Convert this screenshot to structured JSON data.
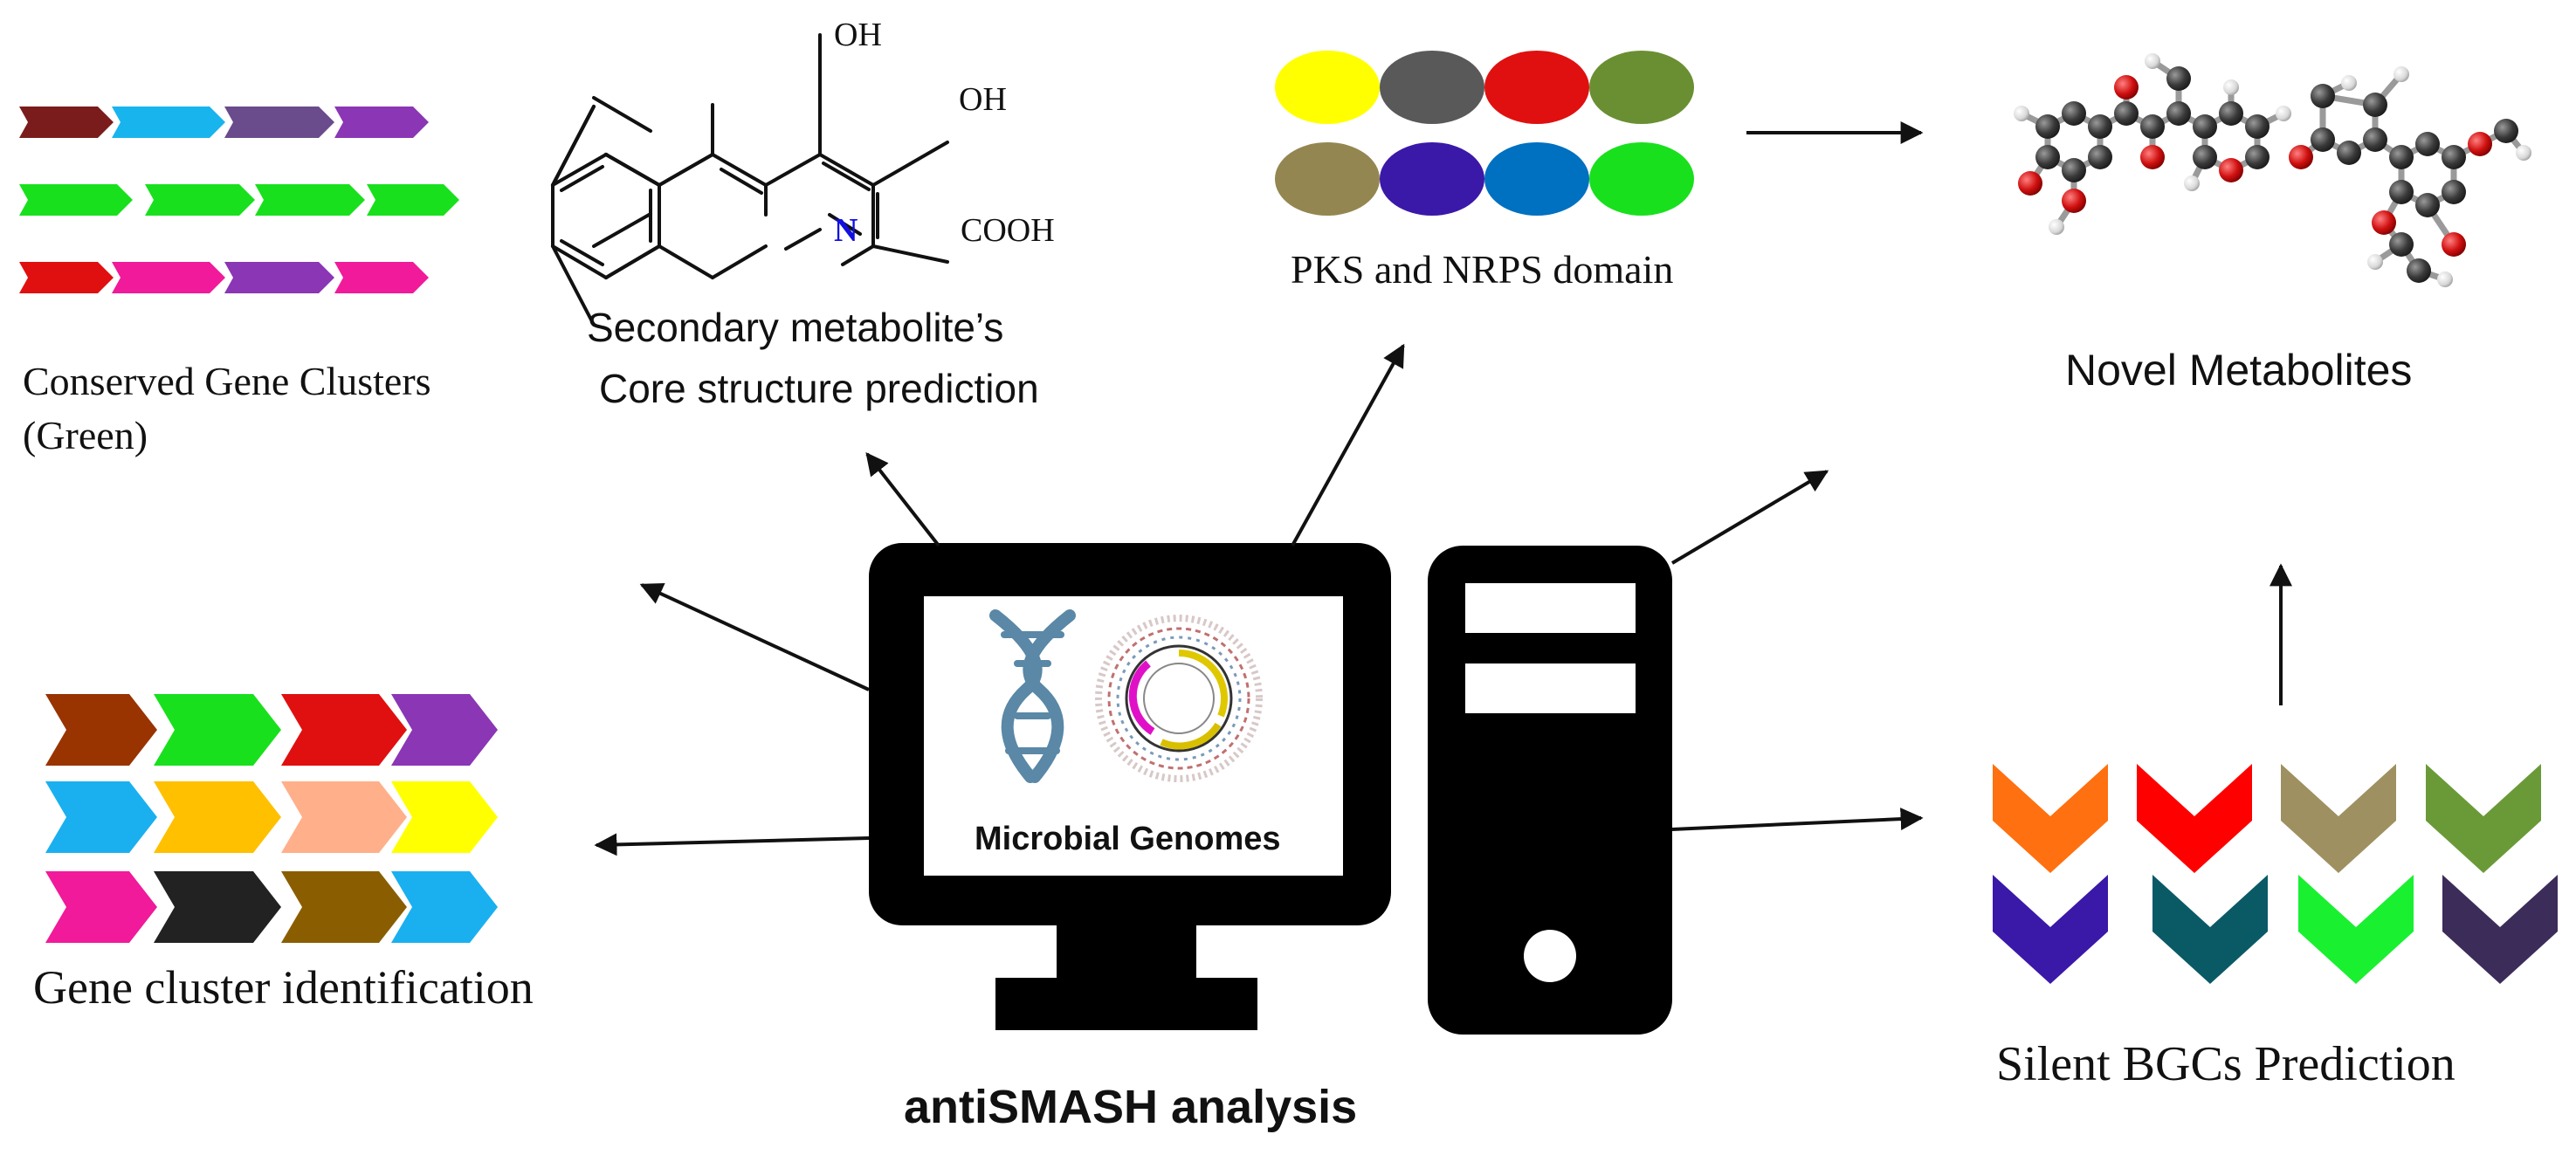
{
  "labels": {
    "conserved_line1": "Conserved Gene Clusters",
    "conserved_line2": "(Green)",
    "secondary_line1": "Secondary metabolite’s",
    "secondary_line2": "Core structure prediction",
    "pks": "PKS and NRPS domain",
    "novel": "Novel Metabolites",
    "gene_cluster": "Gene cluster identification",
    "silent": "Silent BGCs Prediction",
    "screen": "Microbial Genomes",
    "antismash": "antiSMASH analysis"
  },
  "chem_labels": {
    "oh_top": "OH",
    "oh_right": "OH",
    "nitrogen": "N",
    "cooh": "COOH"
  },
  "icons": {
    "monitor": "computer-monitor-icon",
    "tower": "computer-tower-icon",
    "dna": "dna-helix-icon",
    "genome_map": "circular-genome-map-icon",
    "molecule": "ball-and-stick-molecule-icon",
    "structure": "quinoline-structure-icon"
  },
  "colors": {
    "conserved_rows": [
      [
        "#7b1c1c",
        "#18b4ee",
        "#6a4b8c",
        "#8a36b5"
      ],
      [
        "#19e01d",
        "#19e01d",
        "#19e01d",
        "#19e01d"
      ],
      [
        "#e01010",
        "#f01a9a",
        "#8a36b5",
        "#f01a9a"
      ]
    ],
    "gene_cluster_rows": [
      [
        "#993300",
        "#19e01d",
        "#e01010",
        "#8a36b5"
      ],
      [
        "#1ab0f0",
        "#ffc000",
        "#ffb08a",
        "#ffff00"
      ],
      [
        "#f01a9a",
        "#222222",
        "#8a5e00",
        "#1ab0f0"
      ]
    ],
    "domain_ellipses": [
      [
        "#ffff00",
        "#595959",
        "#e01010",
        "#6a8f32"
      ],
      [
        "#948650",
        "#3a18a8",
        "#0070c0",
        "#19e01d"
      ]
    ],
    "silent_chevrons": [
      [
        "#ff7010",
        "#ff0000",
        "#9e9060",
        "#6a9a38"
      ],
      [
        "#3a18a8",
        "#0a5a66",
        "#19f030",
        "#3c2c5a"
      ]
    ],
    "nitrogen": "#1010e0"
  }
}
